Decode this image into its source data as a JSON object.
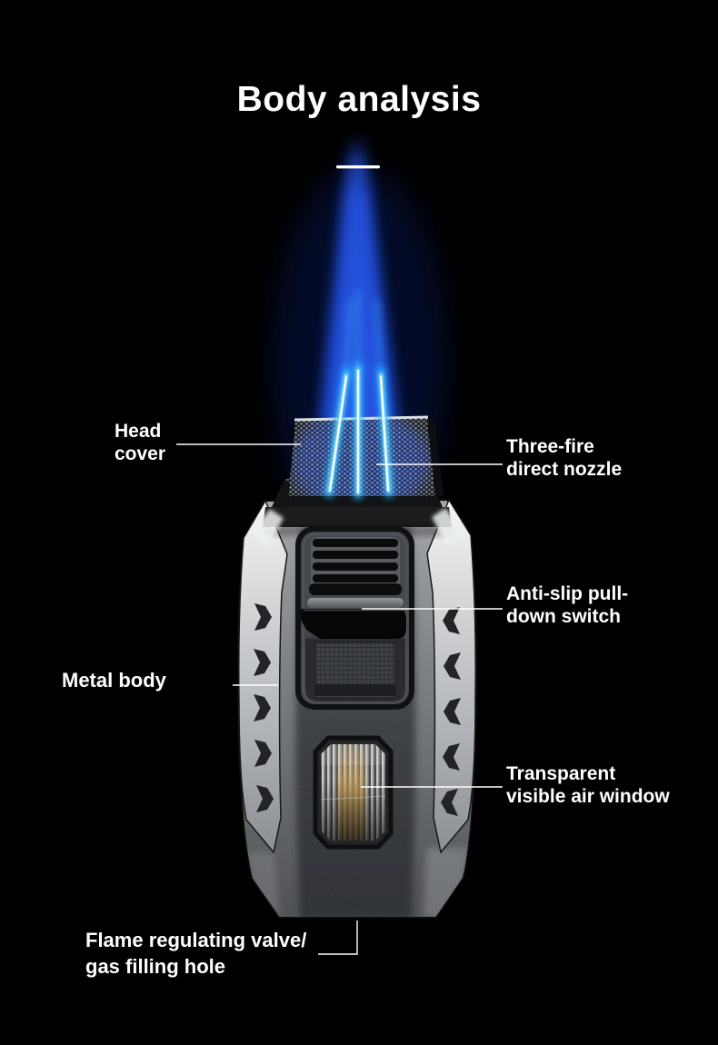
{
  "title": "Body analysis",
  "callouts": [
    {
      "id": "head-cover",
      "text": "Head\ncover"
    },
    {
      "id": "three-fire-direct-nozzle",
      "text": "Three-fire\ndirect nozzle"
    },
    {
      "id": "anti-slip-pull-down-switch",
      "text": "Anti-slip pull-\ndown switch"
    },
    {
      "id": "metal-body",
      "text": "Metal body"
    },
    {
      "id": "transparent-visible-air-window",
      "text": "Transparent\nvisible air window"
    },
    {
      "id": "flame-regulating-valve-gas-filling-hole",
      "text": "Flame regulating valve/\ngas filling hole"
    }
  ],
  "colors": {
    "background": "#000000",
    "text": "#ffffff",
    "flame_blue": "#1d4ad4",
    "jet_cyan": "#3fd0ff",
    "metal_silver": "#c7cacd",
    "body_gunmetal": "#3a3d42"
  }
}
